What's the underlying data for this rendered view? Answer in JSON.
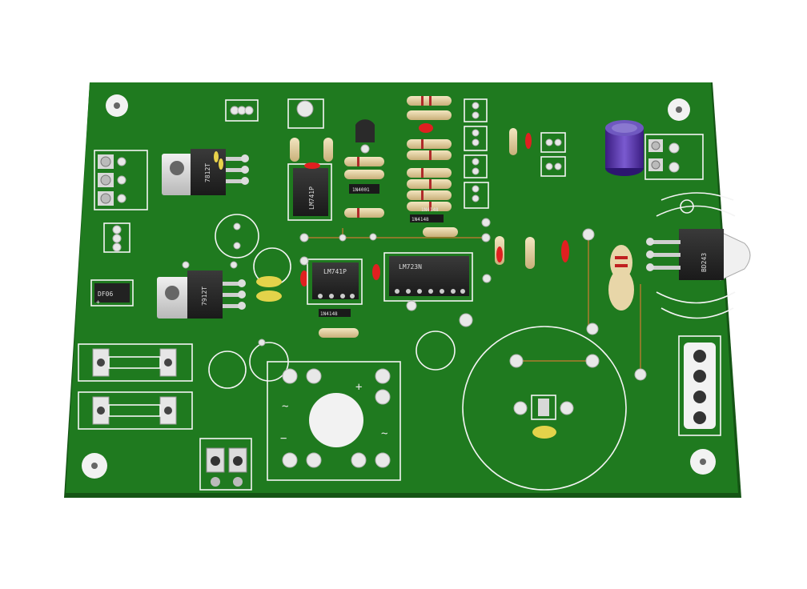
{
  "board": {
    "labels": {
      "reg_pos": "7812T",
      "reg_neg": "7912T",
      "bridge": "DF06",
      "opamp_top": "LM741P",
      "opamp_mid": "LM741P",
      "regulator_ic": "LM723N",
      "transistor": "BD243",
      "diode_a": "1N4001",
      "diode_b": "1N4148",
      "diode_c": "1N4148",
      "diode_d": "1N4148"
    },
    "marks": {
      "plus": "+",
      "minus": "−",
      "tilde": "~",
      "tilde2": "~",
      "bridge_plus": "+"
    }
  },
  "colors": {
    "pcb_green": "#1f7a1f",
    "pcb_edge": "#155515",
    "silkscreen": "#f4f4f4",
    "ic_body": "#2a2a2a",
    "capacitor_purple": "#4a2a9a",
    "resistor_body": "#e8d6a8",
    "led_red": "#e02020",
    "tantalum_yellow": "#e0d060"
  }
}
